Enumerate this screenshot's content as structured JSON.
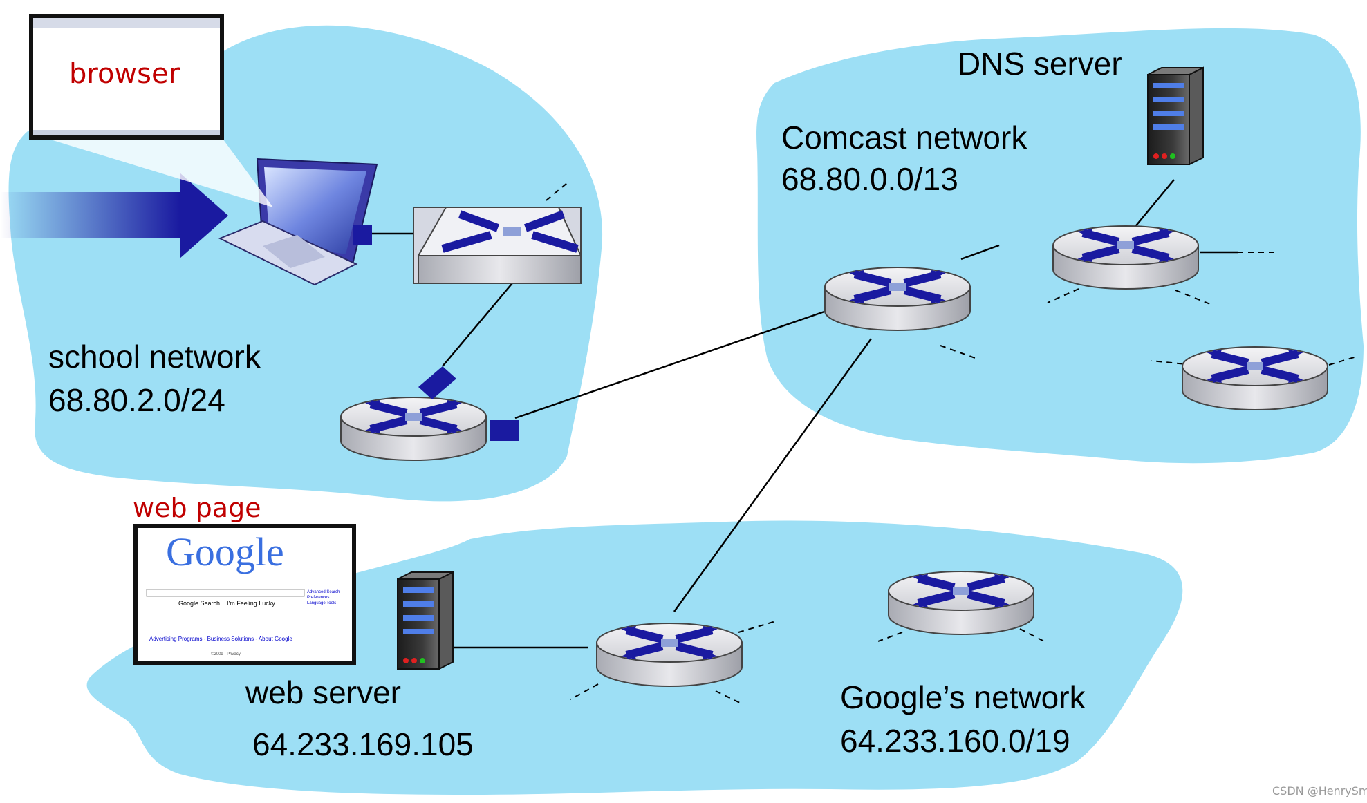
{
  "networks": {
    "school": {
      "name": "school network",
      "prefix": "68.80.2.0/24"
    },
    "comcast": {
      "name": "Comcast network",
      "prefix": "68.80.0.0/13"
    },
    "google": {
      "name": "Google’s network",
      "prefix": "64.233.160.0/19"
    }
  },
  "labels": {
    "browser": "browser",
    "dns_server": "DNS server",
    "web_page": "web page",
    "web_server": "web server",
    "web_server_ip": "64.233.169.105",
    "watermark": "CSDN @HenrySmale"
  },
  "web_page_preview": {
    "logo": "Google",
    "search_button": "Google Search",
    "lucky_button": "I'm Feeling Lucky",
    "side_links": [
      "Advanced Search",
      "Preferences",
      "Language Tools"
    ],
    "footer_links": "Advertising Programs - Business Solutions - About Google",
    "copyright": "©2009 - Privacy"
  },
  "colors": {
    "cloud": "#9ddff5",
    "router_blue": "#1a1aa0",
    "label_red": "#c00000"
  }
}
